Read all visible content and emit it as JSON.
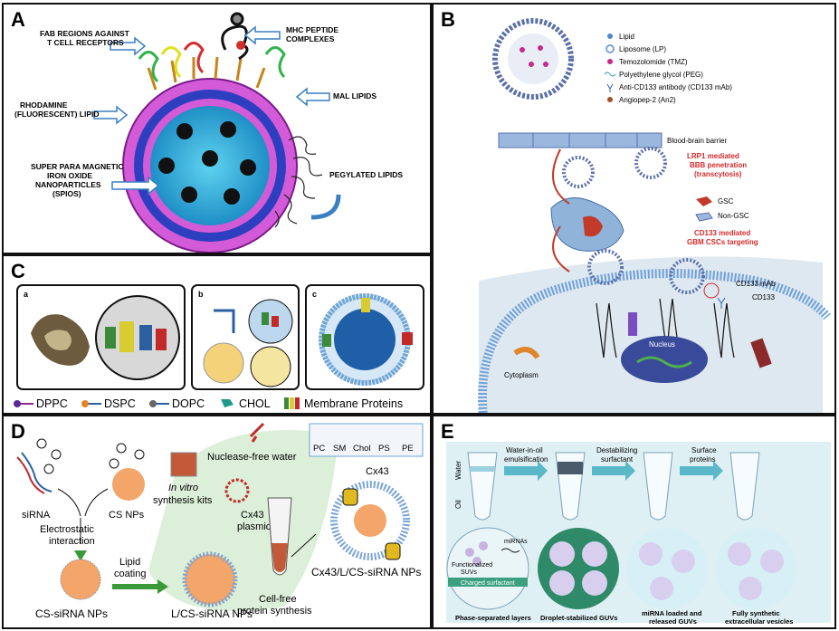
{
  "panels": {
    "A": {
      "label": "A",
      "fab": "FAB REGIONS AGAINST\nT CELL RECEPTORS",
      "mhc": "MHC PEPTIDE\nCOMPLEXES",
      "rhod": "RHODAMINE\n(FLUORESCENT) LIPID",
      "mal": "MAL LIPIDS",
      "spio": "SUPER PARA MAGNETIC\nIRON OXIDE\nNANOPARTICLES\n(SPIOS)",
      "peg": "PEGYLATED LIPIDS"
    },
    "B": {
      "label": "B",
      "legend": [
        "Lipid",
        "Liposome (LP)",
        "Temozolomide (TMZ)",
        "Polyethylene glycol (PEG)",
        "Anti-CD133 antibody (CD133 mAb)",
        "Angiopep-2 (An2)"
      ],
      "bbb": "Blood-brain barrier",
      "lrp1": "LRP1 mediated\nBBB penetration\n(transcytosis)",
      "gsc": "GSC",
      "nongsc": "Non-GSC",
      "cd133m": "CD133 mediated\nGBM CSCs targeting",
      "cd133mab": "CD133 mAb",
      "cd133": "CD133",
      "cytoplasm": "Cytoplasm",
      "nucleus": "Nucleus"
    },
    "C": {
      "label": "C",
      "sub": [
        "a",
        "b",
        "c"
      ],
      "legend": [
        "DPPC",
        "DSPC",
        "DOPC",
        "CHOL",
        "Membrane Proteins"
      ]
    },
    "D": {
      "label": "D",
      "sirna": "siRNA",
      "csnps": "CS NPs",
      "electro": "Electrostatic\ninteraction",
      "invitro": "In vitro",
      "kits": "synthesis kits",
      "nuclease": "Nuclease-free water",
      "cx43": "Cx43",
      "cx43plasmid": "Cx43\nplasmid",
      "lipids": [
        "PC",
        "SM",
        "Chol",
        "PS",
        "PE"
      ],
      "lipid_coating": "Lipid\ncoating",
      "cs_sirna": "CS-siRNA NPs",
      "lcs_sirna": "L/CS-siRNA NPs",
      "cellfree": "Cell-free\nprotein synthesis",
      "cx43lcs": "Cx43/L/CS-siRNA NPs"
    },
    "E": {
      "label": "E",
      "water": "Water",
      "oil": "Oil",
      "step1": "Water-in-oil\nemulsification",
      "step2": "Destabilizing\nsurfactant",
      "step3": "Surface\nproteins",
      "func": "Functionalized\nSUVs",
      "mirnas": "miRNAs",
      "charged": "Charged surfactant",
      "cap1": "Phase-separated layers",
      "cap2": "Droplet-stabilized GUVs",
      "cap3": "miRNA loaded and\nreleased GUVs",
      "cap4": "Fully synthetic\nextracellular vesicles"
    }
  }
}
